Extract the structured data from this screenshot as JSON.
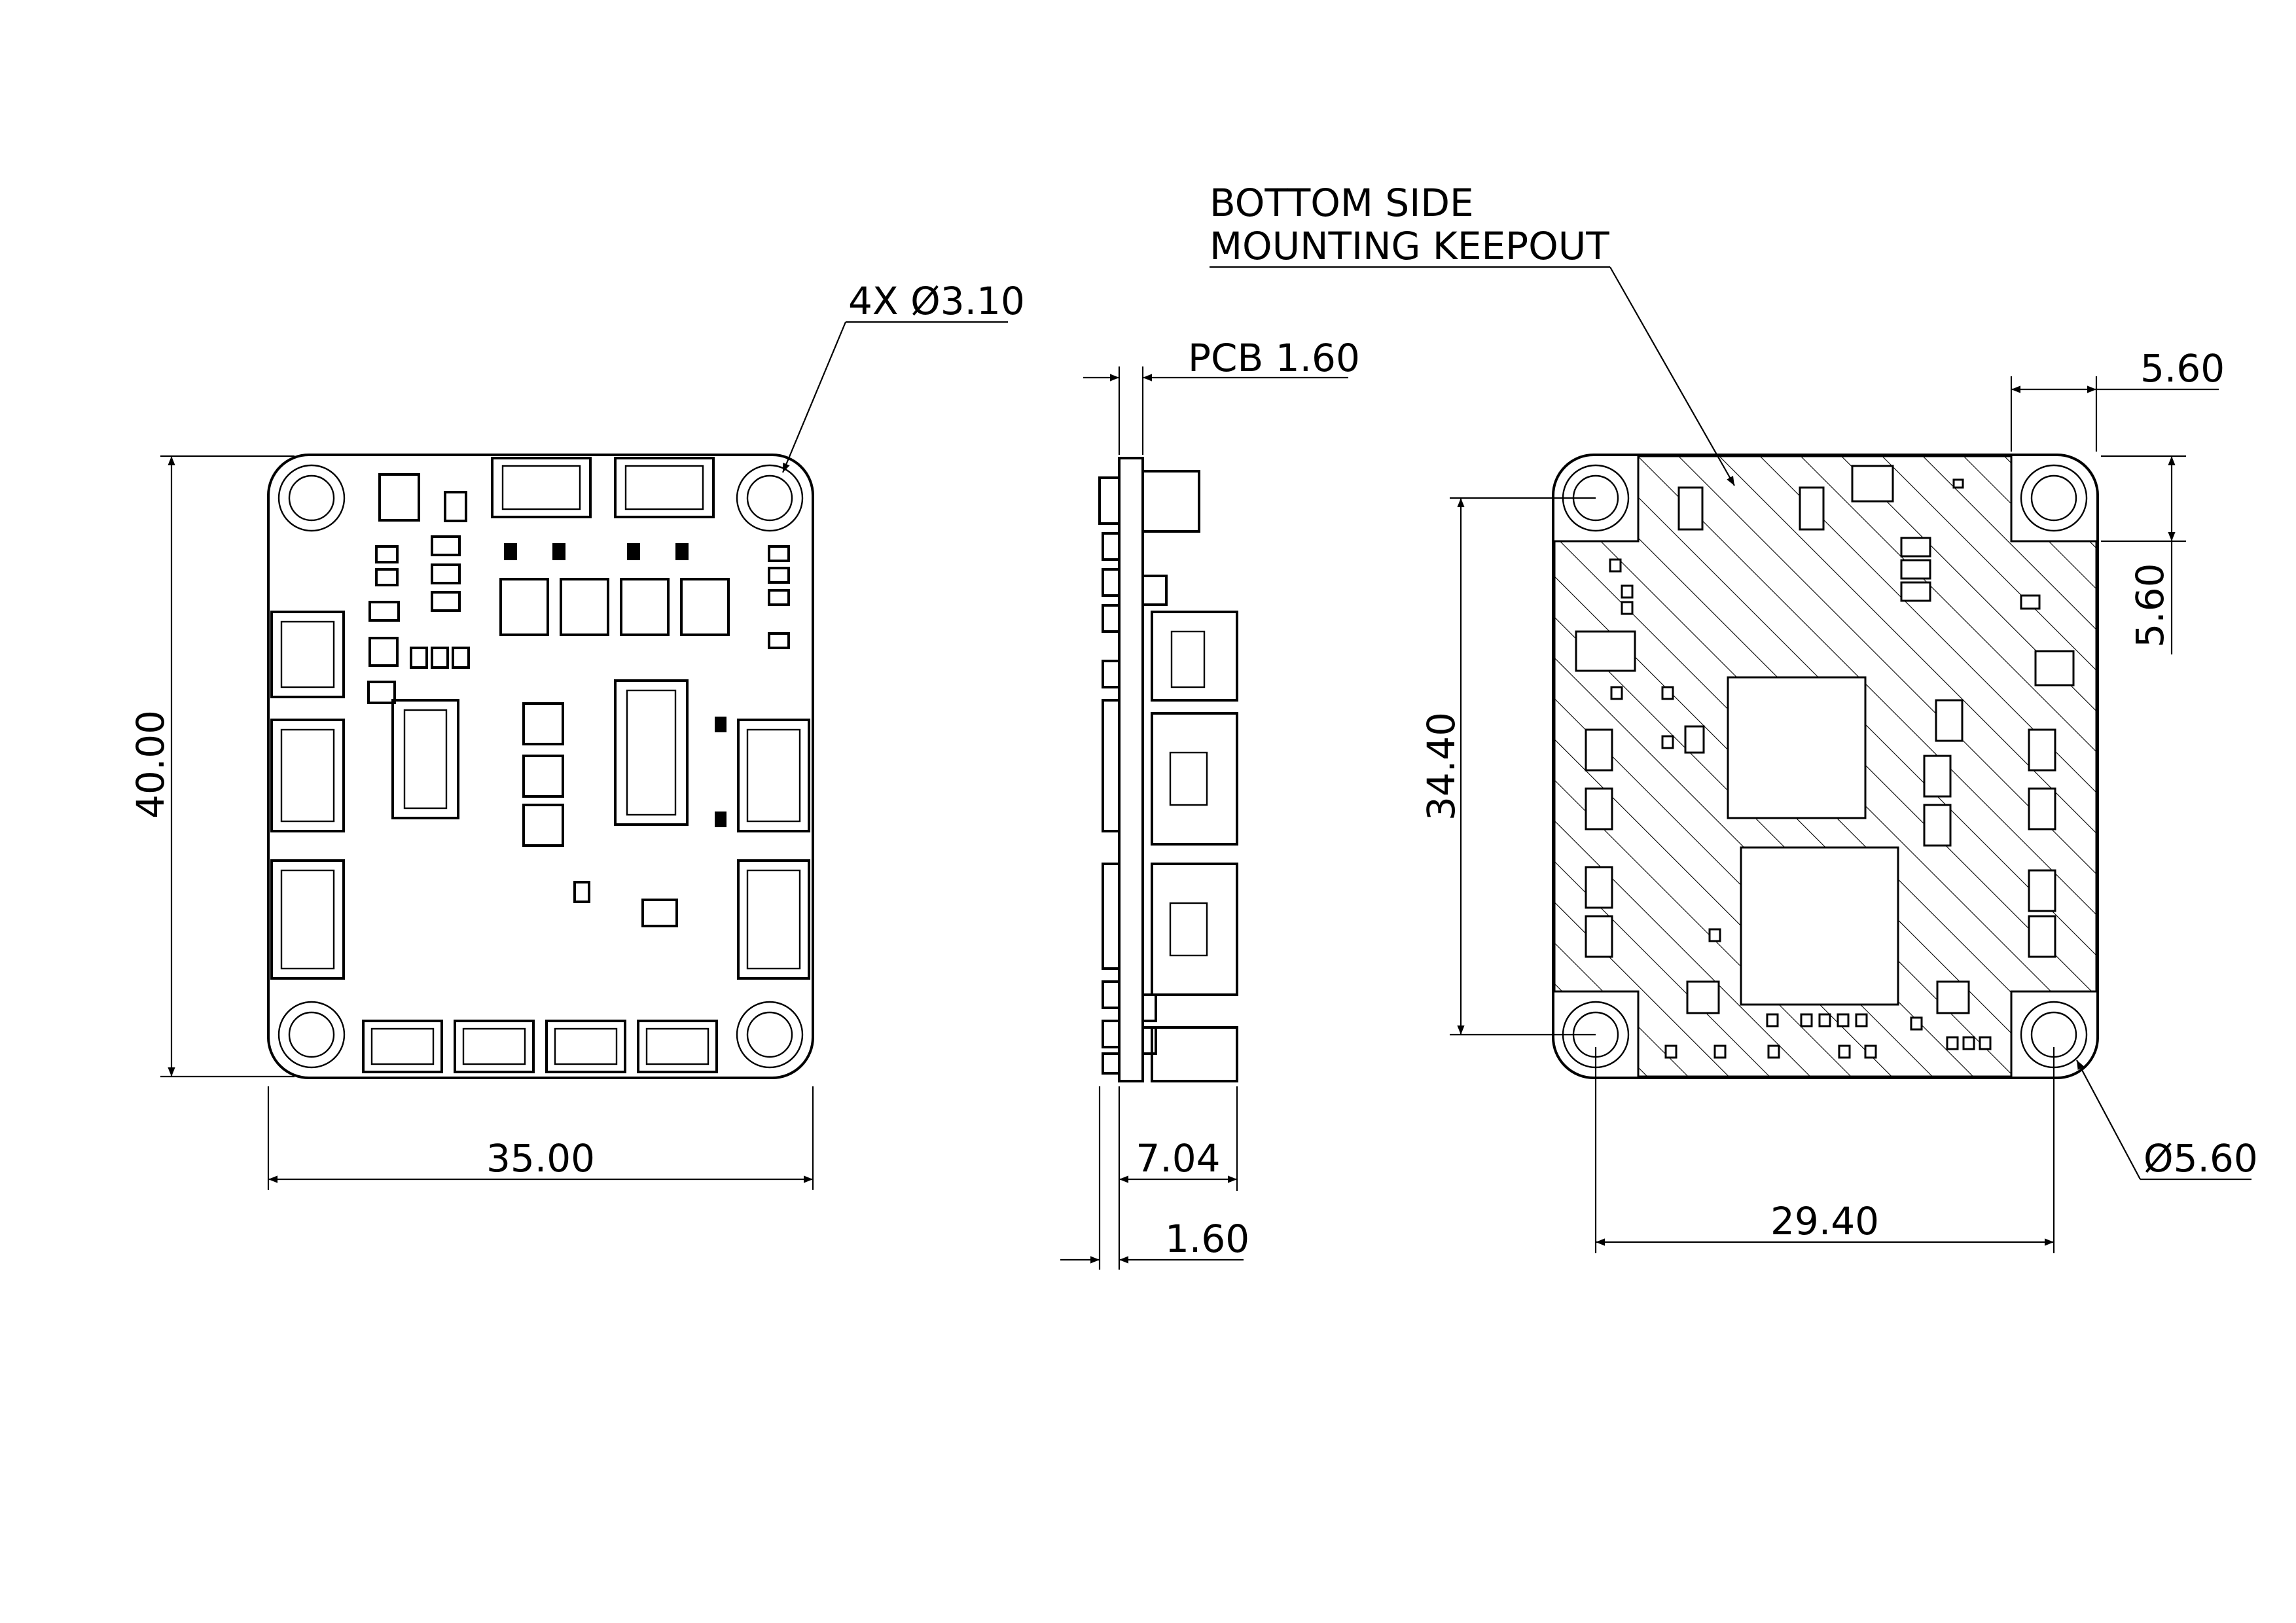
{
  "views": {
    "top": {
      "hole_callout": "4X Ø3.10",
      "height_dim": "40.00",
      "width_dim": "35.00"
    },
    "side": {
      "pcb_callout": "PCB 1.60",
      "height_dim": "7.04",
      "board_dim": "1.60"
    },
    "bottom": {
      "keepout_line1": "BOTTOM SIDE",
      "keepout_line2": "MOUNTING KEEPOUT",
      "keepout_width_dim": "5.60",
      "keepout_height_dim": "5.60",
      "hole_span_vertical": "34.40",
      "hole_span_horizontal": "29.40",
      "pad_diameter": "Ø5.60"
    }
  },
  "colors": {
    "ink": "#000000",
    "paper": "#ffffff"
  }
}
